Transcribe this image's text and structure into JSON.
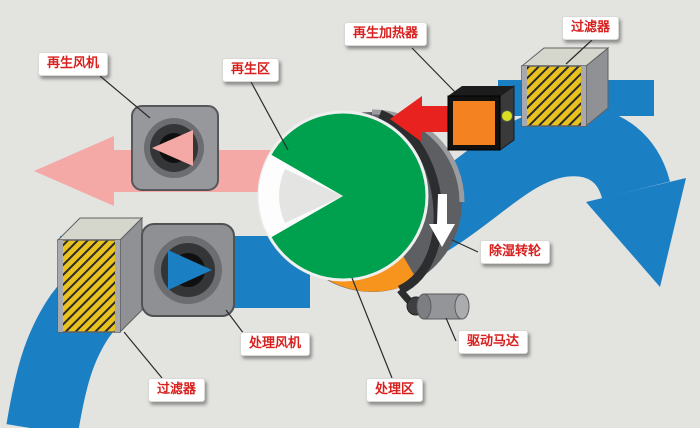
{
  "diagram": {
    "labels": {
      "regen_fan": "再生风机",
      "regen_zone": "再生区",
      "regen_heater": "再生加热器",
      "filter_top": "过滤器",
      "wheel": "除湿转轮",
      "motor": "驱动马达",
      "process_zone": "处理区",
      "process_fan": "处理风机",
      "filter_bottom": "过滤器"
    },
    "colors": {
      "background": "#e3e3e0",
      "process_air": "#1b7fc4",
      "regen_exhaust": "#f4a9a6",
      "hot_air": "#e8231f",
      "wheel_face": "#00a14e",
      "wheel_segment": "#f7941d",
      "filter": "#e9c21f",
      "heater_face": "#f58220",
      "indicator": "#d9e021",
      "label_text": "#d8211f"
    }
  }
}
